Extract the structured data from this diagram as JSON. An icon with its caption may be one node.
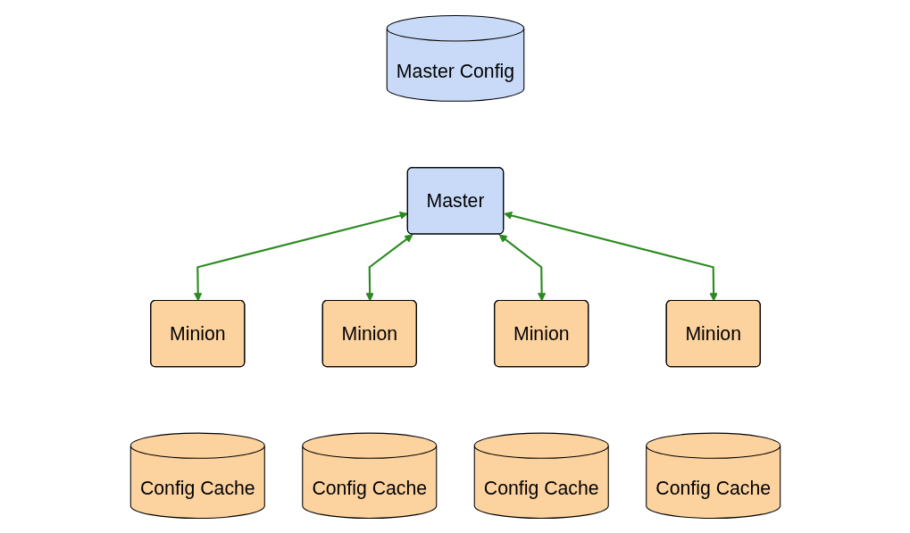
{
  "diagram": {
    "nodes": [
      {
        "text": [
          "Master Config"
        ]
      },
      {
        "text": [
          "Master"
        ]
      },
      {
        "text": [
          "Minion"
        ]
      },
      {
        "text": [
          "Minion"
        ]
      },
      {
        "text": [
          "Minion"
        ]
      },
      {
        "text": [
          "Minion"
        ]
      },
      {
        "text": [
          "Config Cache"
        ]
      },
      {
        "text": [
          "Config Cache"
        ]
      },
      {
        "text": [
          "Config Cache"
        ]
      },
      {
        "text": [
          "Config Cache"
        ]
      }
    ],
    "edges": [
      {
        "from": 1,
        "to": 2,
        "arrow": "both"
      },
      {
        "from": 1,
        "to": 3,
        "arrow": "both"
      },
      {
        "from": 1,
        "to": 4,
        "arrow": "both"
      },
      {
        "from": 1,
        "to": 5,
        "arrow": "both"
      }
    ]
  }
}
